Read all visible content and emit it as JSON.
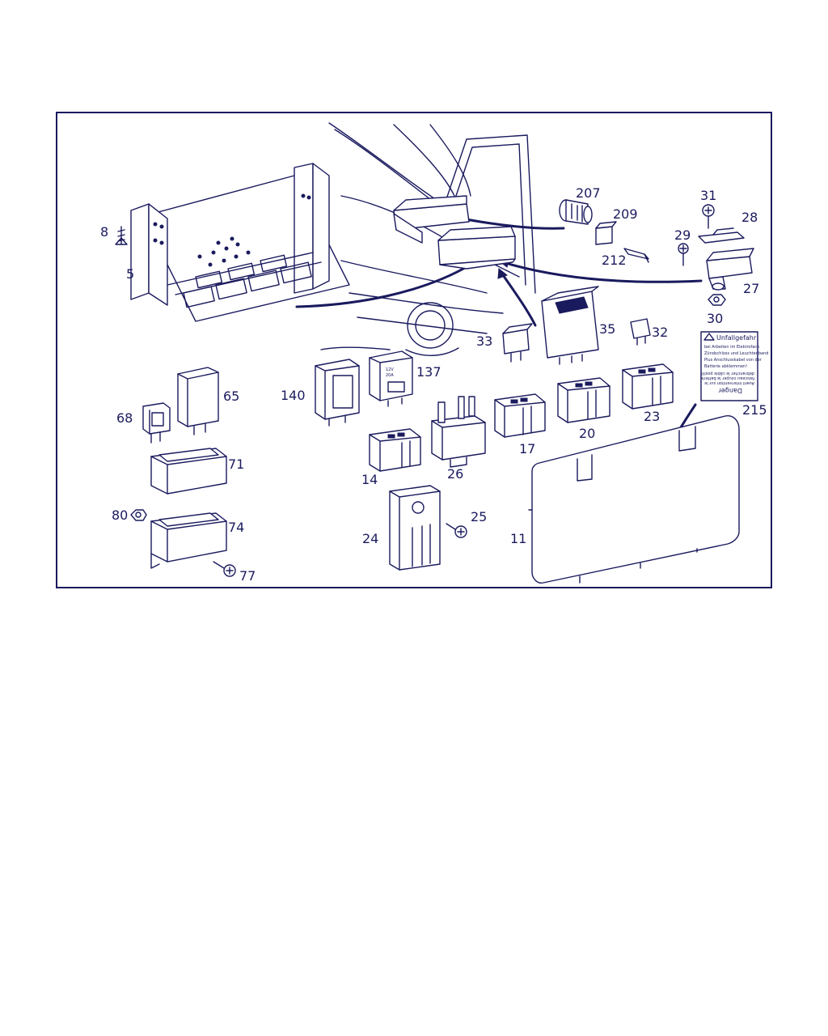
{
  "diagram": {
    "border_color": "#1a1a5e",
    "line_color": "#1a1a5e",
    "callouts": {
      "c5": "5",
      "c8": "8",
      "c11": "11",
      "c14": "14",
      "c17": "17",
      "c20": "20",
      "c23": "23",
      "c24": "24",
      "c25": "25",
      "c26": "26",
      "c27": "27",
      "c28": "28",
      "c29": "29",
      "c30": "30",
      "c31": "31",
      "c32": "32",
      "c33": "33",
      "c35": "35",
      "c65": "65",
      "c68": "68",
      "c71": "71",
      "c74": "74",
      "c77": "77",
      "c80": "80",
      "c137": "137",
      "c140": "140",
      "c207": "207",
      "c209": "209",
      "c212": "212",
      "c215": "215"
    },
    "relay_137_marking": {
      "line1": "12V",
      "line2": "20A"
    },
    "warning_label": {
      "title": "Unfallgefahr",
      "line1": "bei Arbeiten im Elektrofach",
      "line2": "Zündschloss und Leuchtenband",
      "line3": "Plus Anschlusskabel von der",
      "line4": "Batterie abklemmen!",
      "flipped_title": "Danger",
      "flipped_line1": "Avant intervention sur le",
      "flipped_line2": "faisceau couper la batterie",
      "flipped_line3": "débrancher le câble positif"
    }
  }
}
